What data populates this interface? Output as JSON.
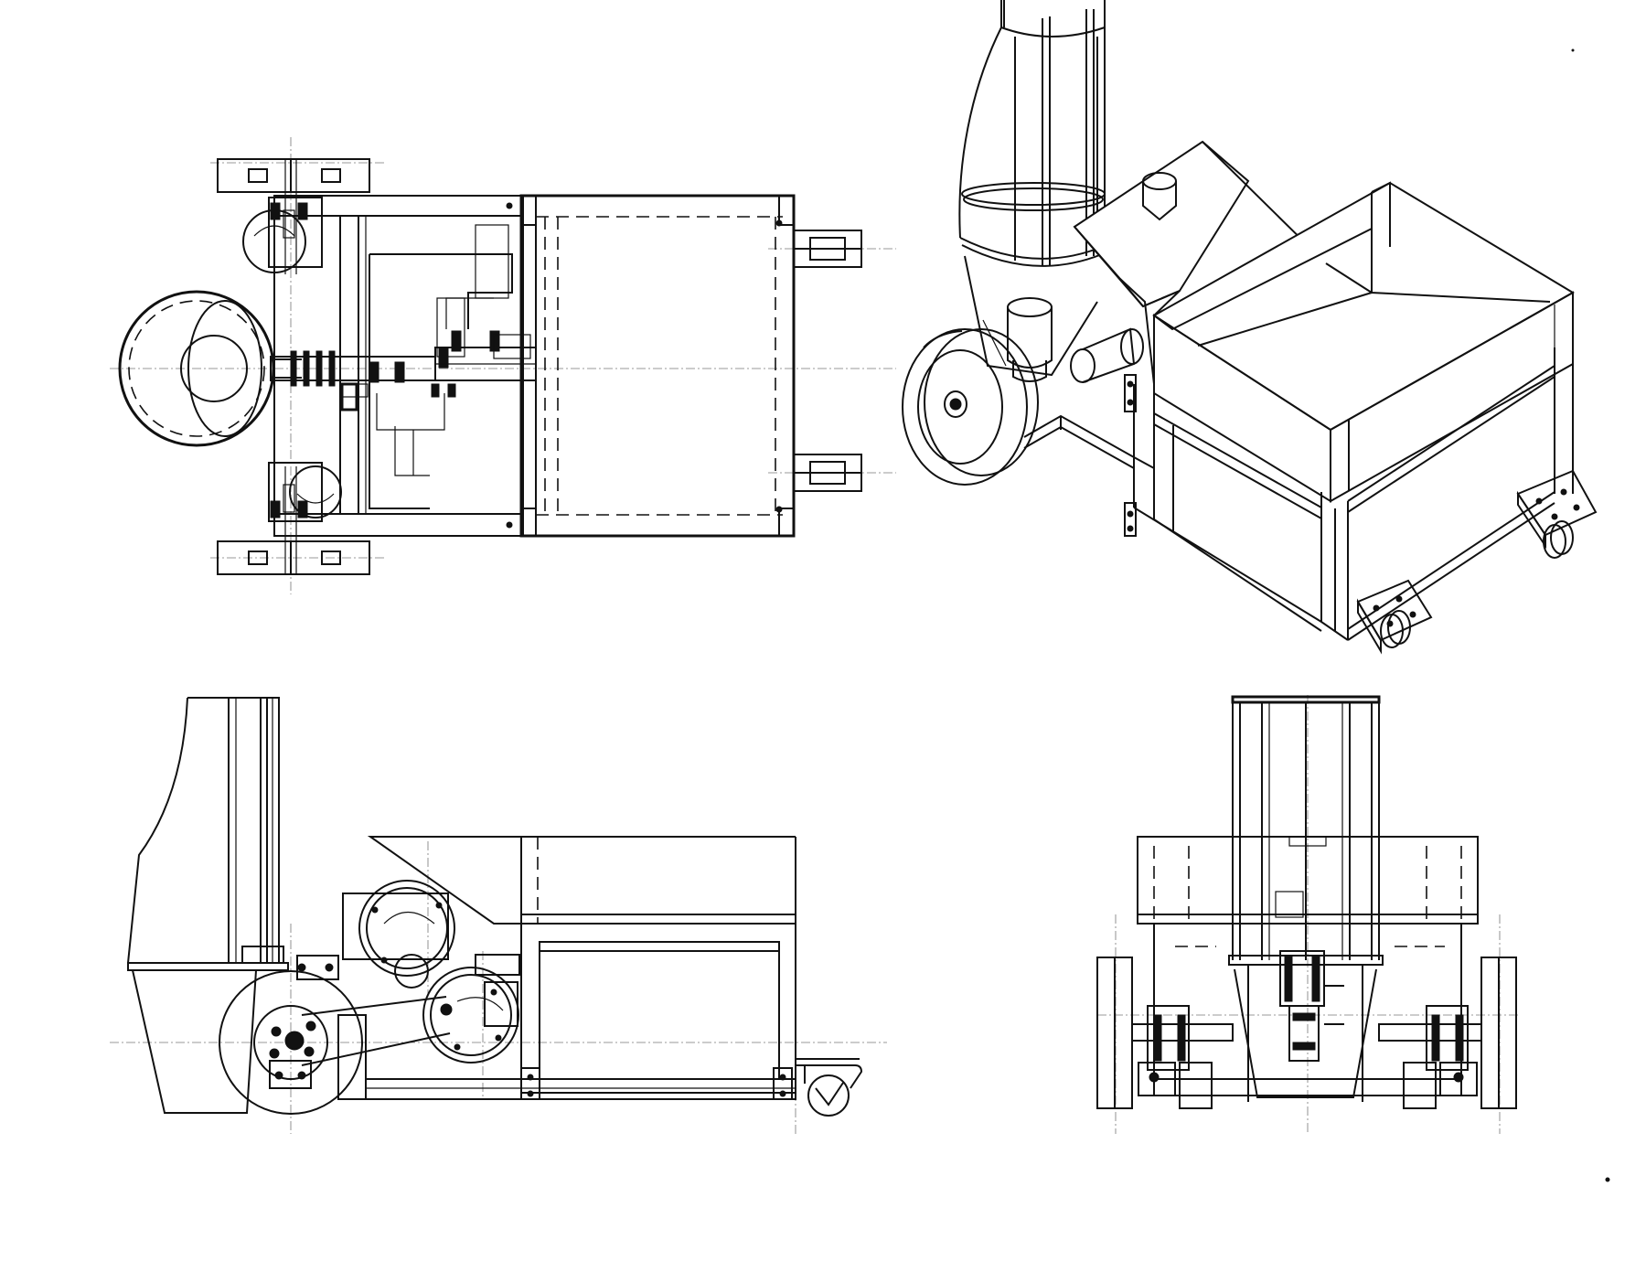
{
  "sheet": {
    "kind": "mechanical drawing sheet",
    "background": "#ffffff",
    "ink": "#111111",
    "views": [
      {
        "id": "top-view",
        "kind": "plan view"
      },
      {
        "id": "isometric-view",
        "kind": "isometric view"
      },
      {
        "id": "side-view",
        "kind": "side elevation"
      },
      {
        "id": "front-view",
        "kind": "front elevation"
      }
    ]
  }
}
